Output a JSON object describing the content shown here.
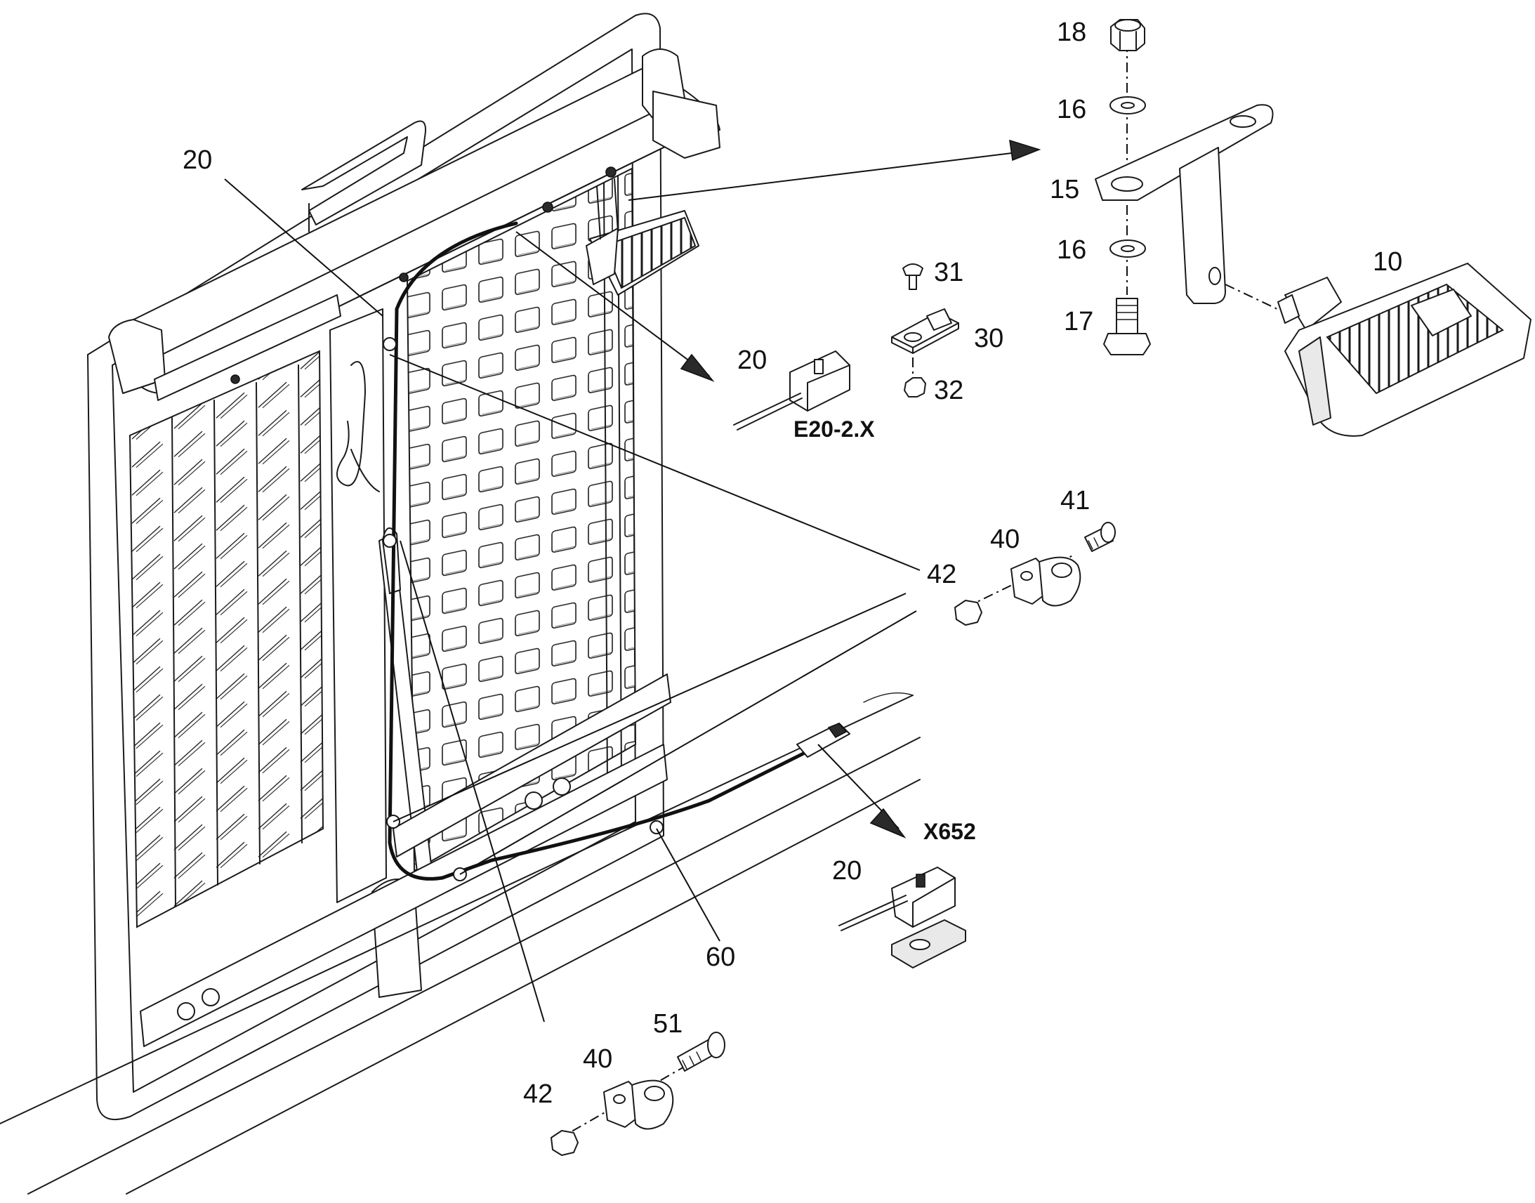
{
  "callouts": {
    "c10": "10",
    "c15": "15",
    "c16a": "16",
    "c16b": "16",
    "c17": "17",
    "c18": "18",
    "c20a": "20",
    "c20b": "20",
    "c20c": "20",
    "c30": "30",
    "c31": "31",
    "c32": "32",
    "c40a": "40",
    "c40b": "40",
    "c41": "41",
    "c42a": "42",
    "c42b": "42",
    "c51": "51",
    "c60": "60"
  },
  "connector_refs": {
    "upper": "E20-2.X",
    "lower": "X652"
  }
}
